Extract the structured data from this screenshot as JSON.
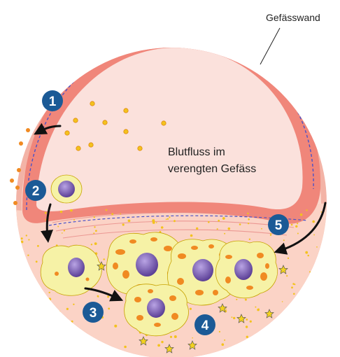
{
  "labels": {
    "wall": "Gefässwand",
    "flow_line1": "Blutfluss im",
    "flow_line2": "verengten Gefäss"
  },
  "markers": [
    {
      "number": "1"
    },
    {
      "number": "2"
    },
    {
      "number": "3"
    },
    {
      "number": "4"
    },
    {
      "number": "5"
    }
  ],
  "colors": {
    "vessel_outer": "#f08a7e",
    "vessel_wall": "#f5a79c",
    "lumen": "#fbe3de",
    "plaque_bg": "#fad2c8",
    "marker": "#1b5a96",
    "cell_body": "#f6f2a6",
    "cell_spot": "#f08a22",
    "nucleus": "#7a5ab0",
    "yellow_dot": "#f3c21e",
    "dashed_line": "#4a52c8"
  }
}
